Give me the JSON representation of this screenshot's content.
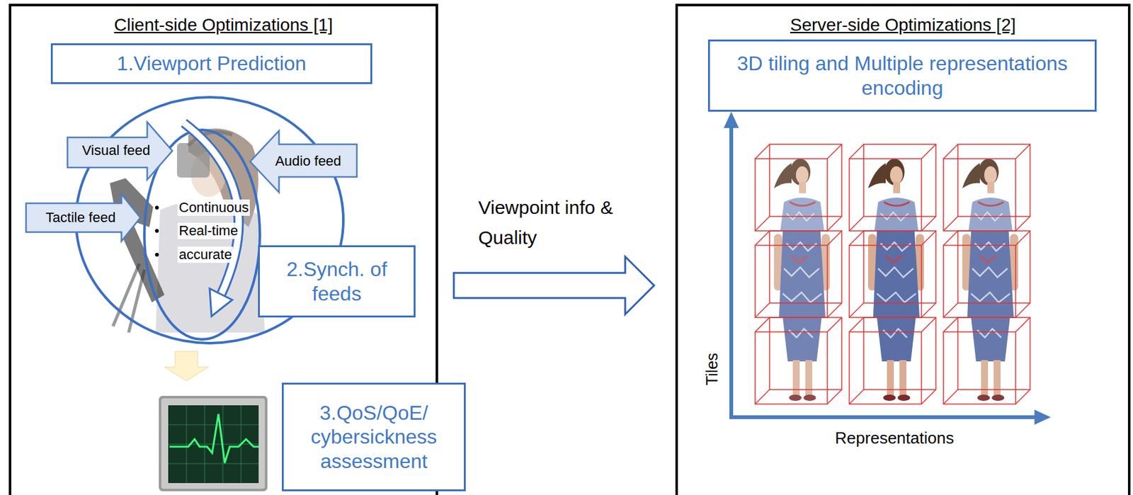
{
  "diagram": {
    "nodes": [
      {
        "text": [
          "Client-side Optimizations [1]"
        ]
      },
      {
        "text": [
          "1.Viewport Prediction"
        ],
        "in": 0
      },
      {
        "text": [
          "Visual feed"
        ],
        "in": 0
      },
      {
        "text": [
          "Audio feed"
        ],
        "in": 0
      },
      {
        "text": [
          "Tactile feed"
        ],
        "in": 0
      },
      {
        "text": [
          "2.Synch. of feeds"
        ],
        "in": 0
      },
      {
        "text": [
          "3.QoS/QoE/ cybersickness assessment"
        ],
        "in": 0
      },
      {
        "text": [
          "Server-side Optimizations [2]"
        ]
      },
      {
        "text": [
          "3D tiling and Multiple representations encoding"
        ],
        "in": 7
      }
    ],
    "edges": [
      {
        "from": 0,
        "to": 7,
        "arrow": "to",
        "label": "Viewpoint info & Quality"
      }
    ],
    "labels": [
      "Continuous",
      "Real-time",
      "accurate",
      "Tiles",
      "Representations"
    ]
  }
}
